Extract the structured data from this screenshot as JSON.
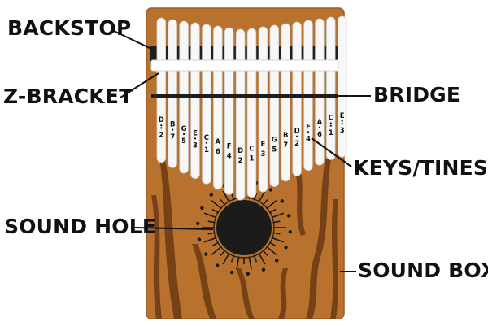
{
  "callouts": {
    "backstop": "BACKSTOP",
    "z_bracket": "Z-BRACKET",
    "bridge": "BRIDGE",
    "keys_tines": "KEYS/TINES",
    "sound_hole": "SOUND HOLE",
    "sound_box": "SOUND BOX"
  },
  "tines": [
    {
      "note": "D",
      "number": "2",
      "dots": 2,
      "length_rank": 14
    },
    {
      "note": "B",
      "number": "7",
      "dots": 1,
      "length_rank": 12
    },
    {
      "note": "G",
      "number": "5",
      "dots": 1,
      "length_rank": 10
    },
    {
      "note": "E",
      "number": "3",
      "dots": 1,
      "length_rank": 8
    },
    {
      "note": "C",
      "number": "1",
      "dots": 1,
      "length_rank": 6
    },
    {
      "note": "A",
      "number": "6",
      "dots": 0,
      "length_rank": 4
    },
    {
      "note": "F",
      "number": "4",
      "dots": 0,
      "length_rank": 2
    },
    {
      "note": "D",
      "number": "2",
      "dots": 0,
      "length_rank": 0
    },
    {
      "note": "C",
      "number": "1",
      "dots": 0,
      "length_rank": 1
    },
    {
      "note": "E",
      "number": "3",
      "dots": 0,
      "length_rank": 3
    },
    {
      "note": "G",
      "number": "5",
      "dots": 0,
      "length_rank": 5
    },
    {
      "note": "B",
      "number": "7",
      "dots": 0,
      "length_rank": 7
    },
    {
      "note": "D",
      "number": "2",
      "dots": 1,
      "length_rank": 9
    },
    {
      "note": "F",
      "number": "4",
      "dots": 1,
      "length_rank": 11
    },
    {
      "note": "A",
      "number": "6",
      "dots": 1,
      "length_rank": 13
    },
    {
      "note": "C",
      "number": "1",
      "dots": 2,
      "length_rank": 15
    },
    {
      "note": "E",
      "number": "3",
      "dots": 2,
      "length_rank": 16
    }
  ],
  "colors": {
    "wood": "#b8722e",
    "wood_edge": "#9c5c22",
    "grain": "#6f3c14",
    "tine": "#f7f7f7",
    "tine_edge": "#cfcfcf",
    "bar": "#1e1e1e",
    "hole": "#1b1b1b",
    "text": "#111111"
  }
}
